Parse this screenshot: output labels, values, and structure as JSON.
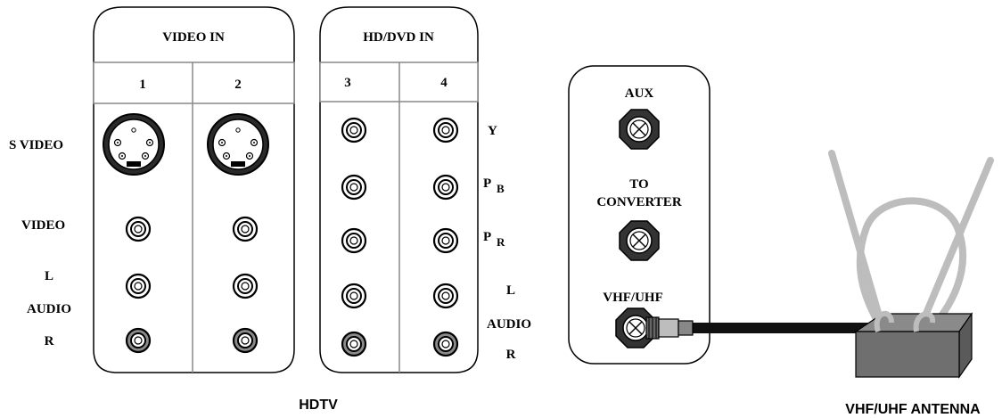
{
  "video_in_panel": {
    "title": "VIDEO IN",
    "columns": [
      "1",
      "2"
    ]
  },
  "hd_dvd_panel": {
    "title": "HD/DVD IN",
    "columns": [
      "3",
      "4"
    ]
  },
  "left_row_labels": {
    "s_video": "S VIDEO",
    "video": "VIDEO",
    "audio_l": "L",
    "audio": "AUDIO",
    "audio_r": "R"
  },
  "right_row_labels": {
    "y": "Y",
    "pb_p": "P",
    "pb_sub": "B",
    "pr_p": "P",
    "pr_sub": "R",
    "audio_l": "L",
    "audio": "AUDIO",
    "audio_r": "R"
  },
  "antenna_panel": {
    "aux": "AUX",
    "to_line1": "TO",
    "to_line2": "CONVERTER",
    "vhf_uhf": "VHF/UHF"
  },
  "captions": {
    "hdtv": "HDTV",
    "antenna": "VHF/UHF ANTENNA"
  }
}
